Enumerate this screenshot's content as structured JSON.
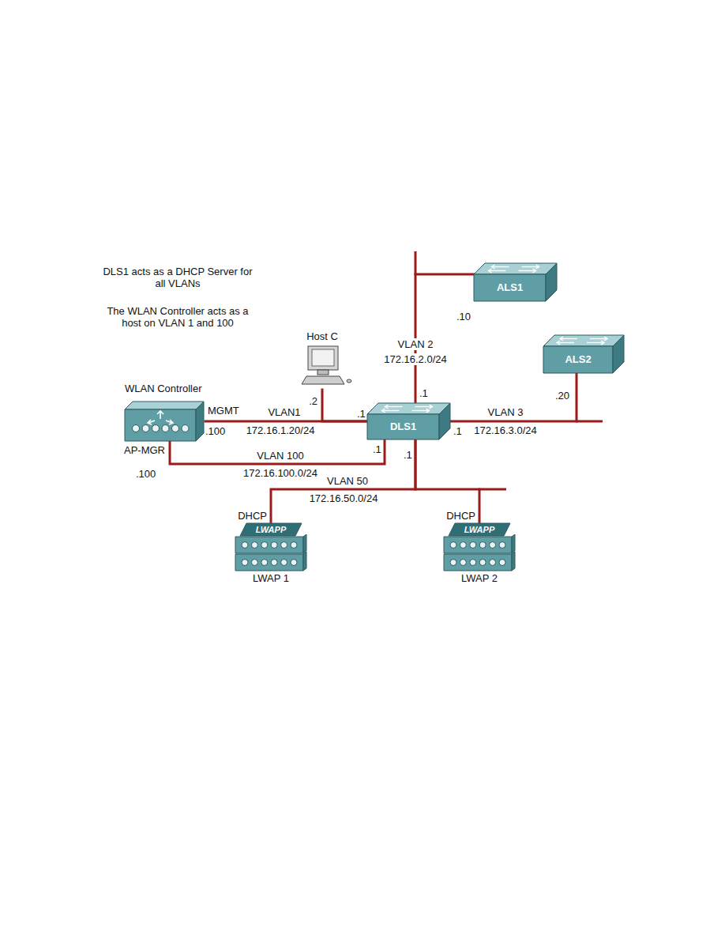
{
  "diagram": {
    "nodes": [
      {
        "text": [
          "ALS1"
        ]
      },
      {
        "text": [
          "Host C"
        ]
      },
      {
        "text": [
          "ALS2"
        ]
      },
      {
        "text": [
          "WLAN Controller"
        ]
      },
      {
        "text": [
          "DLS1"
        ]
      },
      {
        "text": [
          "LWAPP",
          "LWAP 1"
        ]
      },
      {
        "text": [
          "LWAPP",
          "LWAP 2"
        ]
      }
    ],
    "edges": [
      {
        "from": 3,
        "to": 4,
        "arrow": "none"
      },
      {
        "from": 1,
        "to": 4,
        "arrow": "none"
      },
      {
        "from": 3,
        "to": 4,
        "arrow": "none"
      },
      {
        "from": 4,
        "to": 0,
        "arrow": "none"
      },
      {
        "from": 4,
        "to": 2,
        "arrow": "none"
      },
      {
        "from": 4,
        "to": 5,
        "arrow": "none"
      },
      {
        "from": 4,
        "to": 6,
        "arrow": "none"
      }
    ],
    "labels": [
      "DLS1 acts as a DHCP Server for all VLANs",
      "The WLAN Controller acts as a host on VLAN 1 and 100",
      ".10",
      "VLAN 2",
      "172.16.2.0/24",
      ".2",
      ".1",
      ".20",
      "MGMT",
      "VLAN1",
      ".1",
      ".1",
      "VLAN 3",
      ".100",
      "172.16.1.20/24",
      "172.16.3.0/24",
      "AP-MGR",
      "VLAN 100",
      ".1",
      ".1",
      ".100",
      "172.16.100.0/24",
      "VLAN 50",
      "172.16.50.0/24",
      "DHCP",
      "DHCP"
    ]
  }
}
